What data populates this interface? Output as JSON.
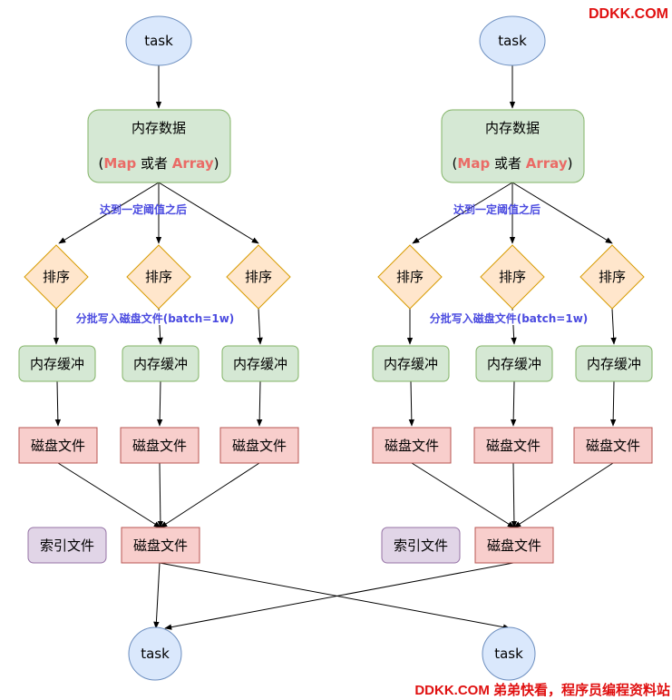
{
  "watermark_top": "DDKK.COM",
  "watermark_bottom": "DDKK.COM 弟弟快看，程序员编程资料站",
  "colors": {
    "ellipse_fill": "#DAE8FC",
    "ellipse_stroke": "#6C8EBF",
    "green_fill": "#D5E8D4",
    "green_stroke": "#82B366",
    "diamond_fill": "#FFE6CC",
    "diamond_stroke": "#D79B00",
    "red_fill": "#F8CECC",
    "red_stroke": "#B85450",
    "purple_fill": "#E1D5E7",
    "purple_stroke": "#9673A6",
    "highlight": "#EA6B66",
    "annotation": "#4B4BE0"
  },
  "left": {
    "task_top": "task",
    "memory_title": "内存数据",
    "memory_sub": {
      "open": "(",
      "map": "Map",
      "mid": " 或者 ",
      "array": "Array",
      "close": ")"
    },
    "threshold_note": "达到一定阈值之后",
    "sort": [
      "排序",
      "排序",
      "排序"
    ],
    "batch_note": "分批写入磁盘文件(batch=1w)",
    "buffer": [
      "内存缓冲",
      "内存缓冲",
      "内存缓冲"
    ],
    "disk": [
      "磁盘文件",
      "磁盘文件",
      "磁盘文件"
    ],
    "index_file": "索引文件",
    "merged_disk": "磁盘文件",
    "task_bottom": "task"
  },
  "right": {
    "task_top": "task",
    "memory_title": "内存数据",
    "memory_sub": {
      "open": "(",
      "map": "Map",
      "mid": " 或者 ",
      "array": "Array",
      "close": ")"
    },
    "threshold_note": "达到一定阈值之后",
    "sort": [
      "排序",
      "排序",
      "排序"
    ],
    "batch_note": "分批写入磁盘文件(batch=1w)",
    "buffer": [
      "内存缓冲",
      "内存缓冲",
      "内存缓冲"
    ],
    "disk": [
      "磁盘文件",
      "磁盘文件",
      "磁盘文件"
    ],
    "index_file": "索引文件",
    "merged_disk": "磁盘文件",
    "task_bottom": "task"
  }
}
